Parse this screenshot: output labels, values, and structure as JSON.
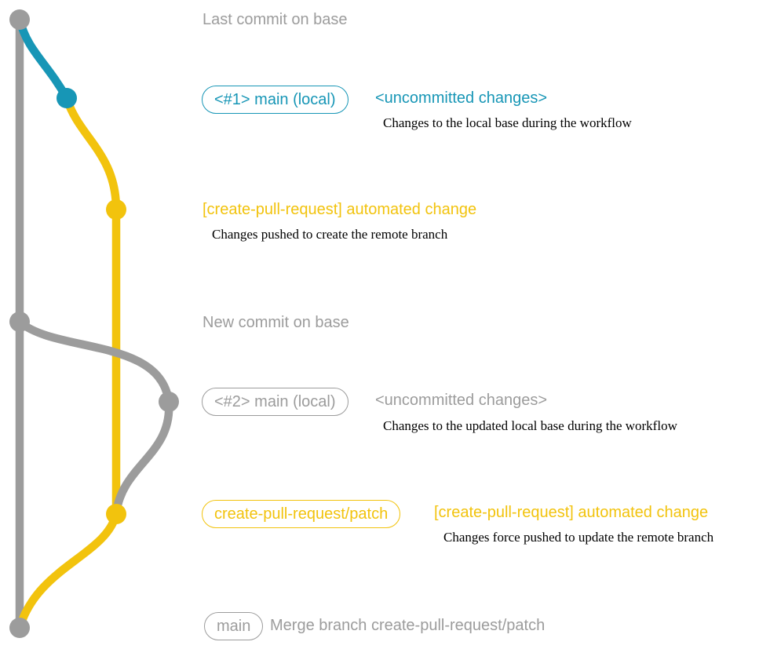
{
  "colors": {
    "gray": "#9c9c9c",
    "teal": "#1796b6",
    "yellow": "#f2c30d",
    "dark": "#000000"
  },
  "rows": {
    "last_commit": {
      "label": "Last commit on base"
    },
    "local_main_1": {
      "badge": "<#1> main (local)",
      "title": "<uncommitted changes>",
      "desc": "Changes to the local base during the workflow"
    },
    "pr_commit_1": {
      "title": "[create-pull-request] automated change",
      "desc": "Changes pushed to create the remote branch"
    },
    "new_commit": {
      "label": "New commit on base"
    },
    "local_main_2": {
      "badge": "<#2> main (local)",
      "title": "<uncommitted changes>",
      "desc": "Changes to the updated local base during the workflow"
    },
    "pr_commit_2": {
      "badge": "create-pull-request/patch",
      "title": "[create-pull-request] automated change",
      "desc": "Changes force pushed to update the remote branch"
    },
    "merge_commit": {
      "badge": "main",
      "label": "Merge branch create-pull-request/patch"
    }
  }
}
